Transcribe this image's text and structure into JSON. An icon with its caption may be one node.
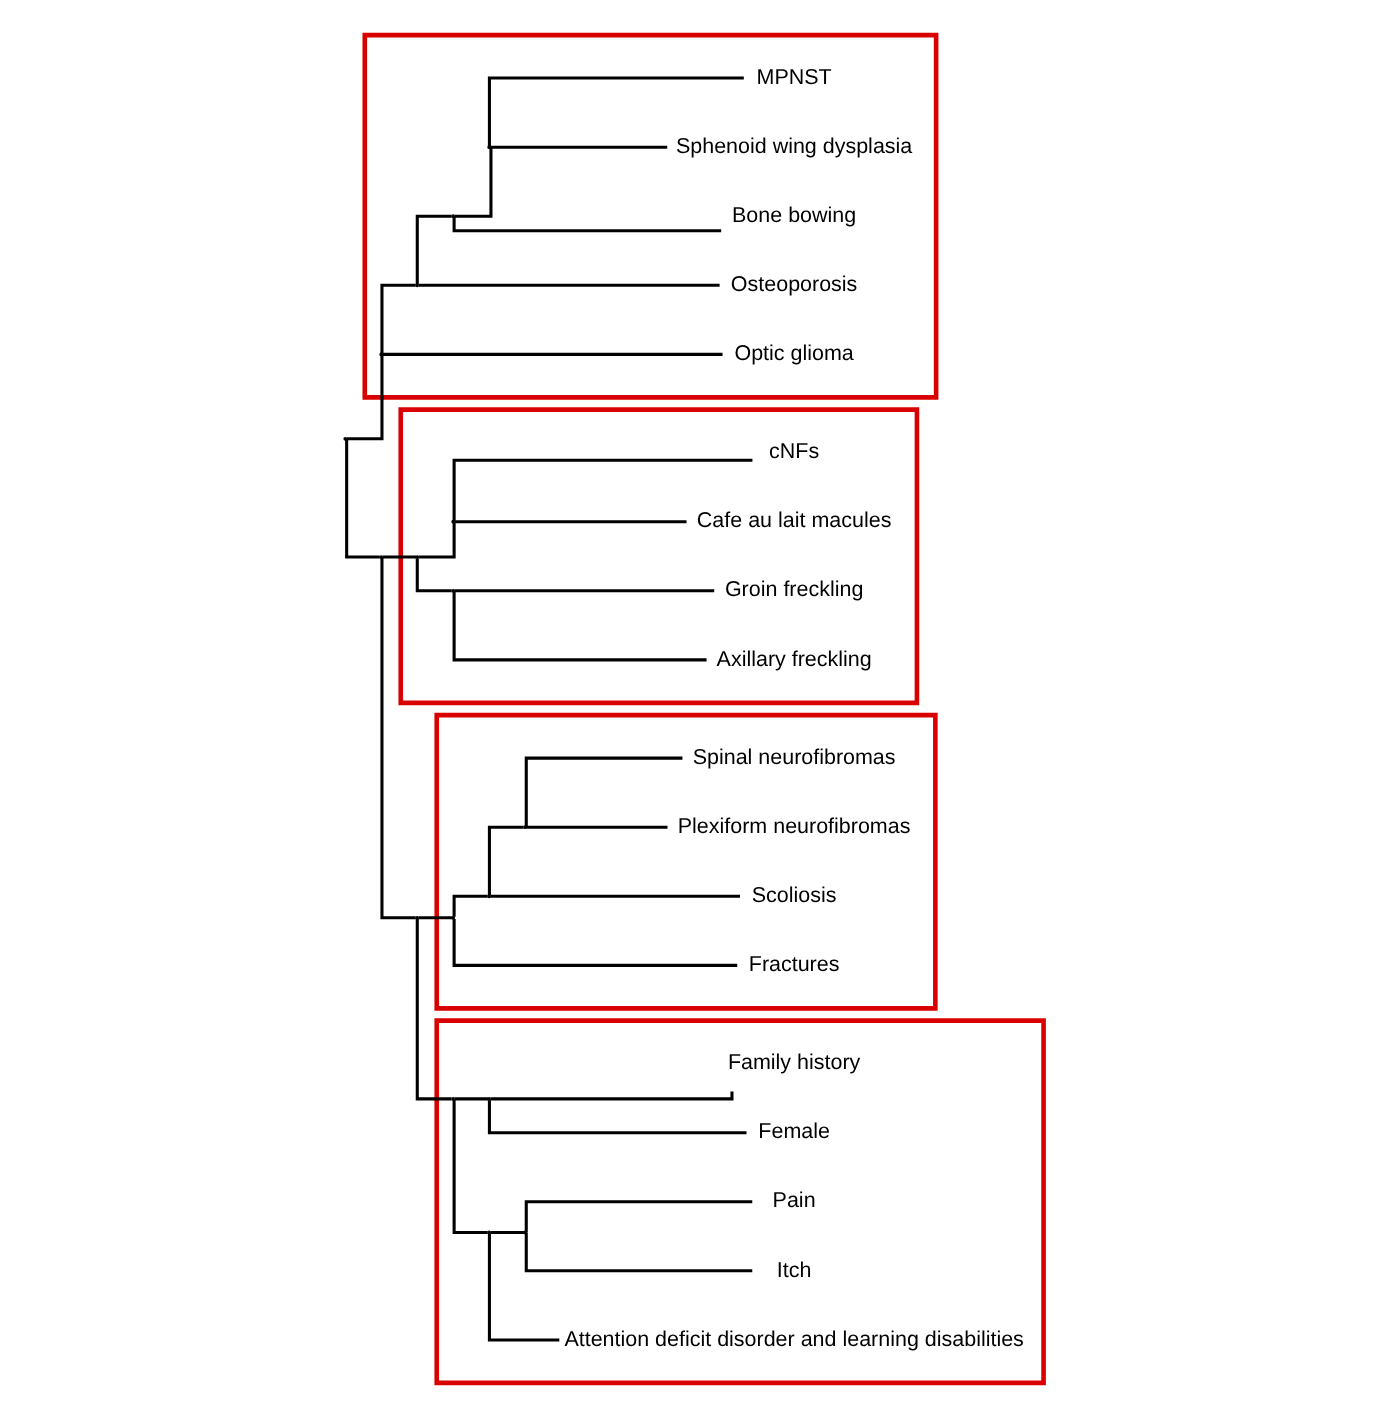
{
  "diagram": {
    "nodes": [
      {
        "text": [],
        "shape": "box"
      },
      {
        "text": [
          "Optic glioma"
        ],
        "in": 0
      },
      {
        "text": [
          "Osteoporosis"
        ],
        "in": 0
      },
      {
        "text": [
          "Bone bowing"
        ],
        "in": 0
      },
      {
        "text": [
          "Sphenoid wing dysplasia"
        ],
        "in": 0
      },
      {
        "text": [
          "MPNST"
        ],
        "in": 0
      },
      {
        "text": [],
        "shape": "box"
      },
      {
        "text": [
          "Axillary freckling"
        ],
        "in": 6
      },
      {
        "text": [
          "Groin freckling"
        ],
        "in": 6
      },
      {
        "text": [
          "Cafe au lait macules"
        ],
        "in": 6
      },
      {
        "text": [
          "cNFs"
        ],
        "in": 6
      },
      {
        "text": [],
        "shape": "box"
      },
      {
        "text": [
          "Fractures"
        ],
        "in": 11
      },
      {
        "text": [
          "Scoliosis"
        ],
        "in": 11
      },
      {
        "text": [
          "Plexiform neurofibromas"
        ],
        "in": 11
      },
      {
        "text": [
          "Spinal neurofibromas"
        ],
        "in": 11
      },
      {
        "text": [],
        "shape": "box"
      },
      {
        "text": [
          "Attention deficit disorder and learning disabilities"
        ],
        "in": 16
      },
      {
        "text": [
          "Itch"
        ],
        "in": 16
      },
      {
        "text": [
          "Pain"
        ],
        "in": 16
      },
      {
        "text": [
          "Female"
        ],
        "in": 16
      },
      {
        "text": [
          "Family history"
        ],
        "in": 16
      },
      {
        "text": [],
        "shape": "point"
      },
      {
        "text": [],
        "shape": "point",
        "in": 0
      },
      {
        "text": [],
        "shape": "point",
        "in": 0
      },
      {
        "text": [],
        "shape": "point",
        "in": 0
      },
      {
        "text": [],
        "shape": "point",
        "in": 0
      },
      {
        "text": [],
        "shape": "point"
      },
      {
        "text": [],
        "shape": "point",
        "in": 6
      },
      {
        "text": [],
        "shape": "point",
        "in": 6
      },
      {
        "text": [],
        "shape": "point",
        "in": 6
      },
      {
        "text": [],
        "shape": "point"
      },
      {
        "text": [],
        "shape": "point",
        "in": 11
      },
      {
        "text": [],
        "shape": "point",
        "in": 11
      },
      {
        "text": [],
        "shape": "point",
        "in": 11
      },
      {
        "text": [],
        "shape": "point",
        "in": 16
      },
      {
        "text": [],
        "shape": "point",
        "in": 16
      },
      {
        "text": [],
        "shape": "point",
        "in": 16
      },
      {
        "text": [],
        "shape": "point",
        "in": 16
      }
    ],
    "edges": [
      {
        "from": 22,
        "to": 23,
        "arrow": "none"
      },
      {
        "from": 22,
        "to": 27,
        "arrow": "none"
      },
      {
        "from": 23,
        "to": 1,
        "arrow": "none"
      },
      {
        "from": 23,
        "to": 24,
        "arrow": "none"
      },
      {
        "from": 24,
        "to": 2,
        "arrow": "none"
      },
      {
        "from": 24,
        "to": 25,
        "arrow": "none"
      },
      {
        "from": 25,
        "to": 3,
        "arrow": "none"
      },
      {
        "from": 25,
        "to": 26,
        "arrow": "none"
      },
      {
        "from": 26,
        "to": 4,
        "arrow": "none"
      },
      {
        "from": 26,
        "to": 5,
        "arrow": "none"
      },
      {
        "from": 27,
        "to": 28,
        "arrow": "none"
      },
      {
        "from": 27,
        "to": 31,
        "arrow": "none"
      },
      {
        "from": 28,
        "to": 29,
        "arrow": "none"
      },
      {
        "from": 28,
        "to": 30,
        "arrow": "none"
      },
      {
        "from": 29,
        "to": 7,
        "arrow": "none"
      },
      {
        "from": 29,
        "to": 8,
        "arrow": "none"
      },
      {
        "from": 30,
        "to": 9,
        "arrow": "none"
      },
      {
        "from": 30,
        "to": 10,
        "arrow": "none"
      },
      {
        "from": 31,
        "to": 32,
        "arrow": "none"
      },
      {
        "from": 31,
        "to": 35,
        "arrow": "none"
      },
      {
        "from": 32,
        "to": 12,
        "arrow": "none"
      },
      {
        "from": 32,
        "to": 33,
        "arrow": "none"
      },
      {
        "from": 33,
        "to": 13,
        "arrow": "none"
      },
      {
        "from": 33,
        "to": 34,
        "arrow": "none"
      },
      {
        "from": 34,
        "to": 14,
        "arrow": "none"
      },
      {
        "from": 34,
        "to": 15,
        "arrow": "none"
      },
      {
        "from": 35,
        "to": 36,
        "arrow": "none"
      },
      {
        "from": 35,
        "to": 38,
        "arrow": "none"
      },
      {
        "from": 36,
        "to": 17,
        "arrow": "none"
      },
      {
        "from": 36,
        "to": 37,
        "arrow": "none"
      },
      {
        "from": 37,
        "to": 18,
        "arrow": "none"
      },
      {
        "from": 37,
        "to": 19,
        "arrow": "none"
      },
      {
        "from": 38,
        "to": 20,
        "arrow": "none"
      },
      {
        "from": 38,
        "to": 21,
        "arrow": "none"
      }
    ]
  }
}
